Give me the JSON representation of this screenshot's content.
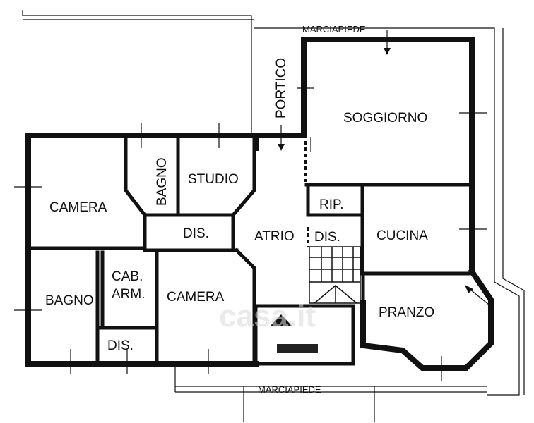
{
  "plan": {
    "labels": {
      "marciapiede_top": "MARCIAPIEDE",
      "marciapiede_bottom": "MARCIAPIEDE",
      "portico": "PORTICO",
      "soggiorno": "SOGGIORNO",
      "bagno_top": "BAGNO",
      "studio": "STUDIO",
      "camera_left": "CAMERA",
      "rip": "RIP.",
      "cucina": "CUCINA",
      "dis_center": "DIS.",
      "atrio": "ATRIO",
      "dis_right": "DIS.",
      "cab": "CAB.",
      "arm": "ARM.",
      "bagno_left": "BAGNO",
      "camera_center": "CAMERA",
      "pranzo": "PRANZO",
      "dis_bottom": "DIS."
    },
    "watermark": "casa.it"
  }
}
